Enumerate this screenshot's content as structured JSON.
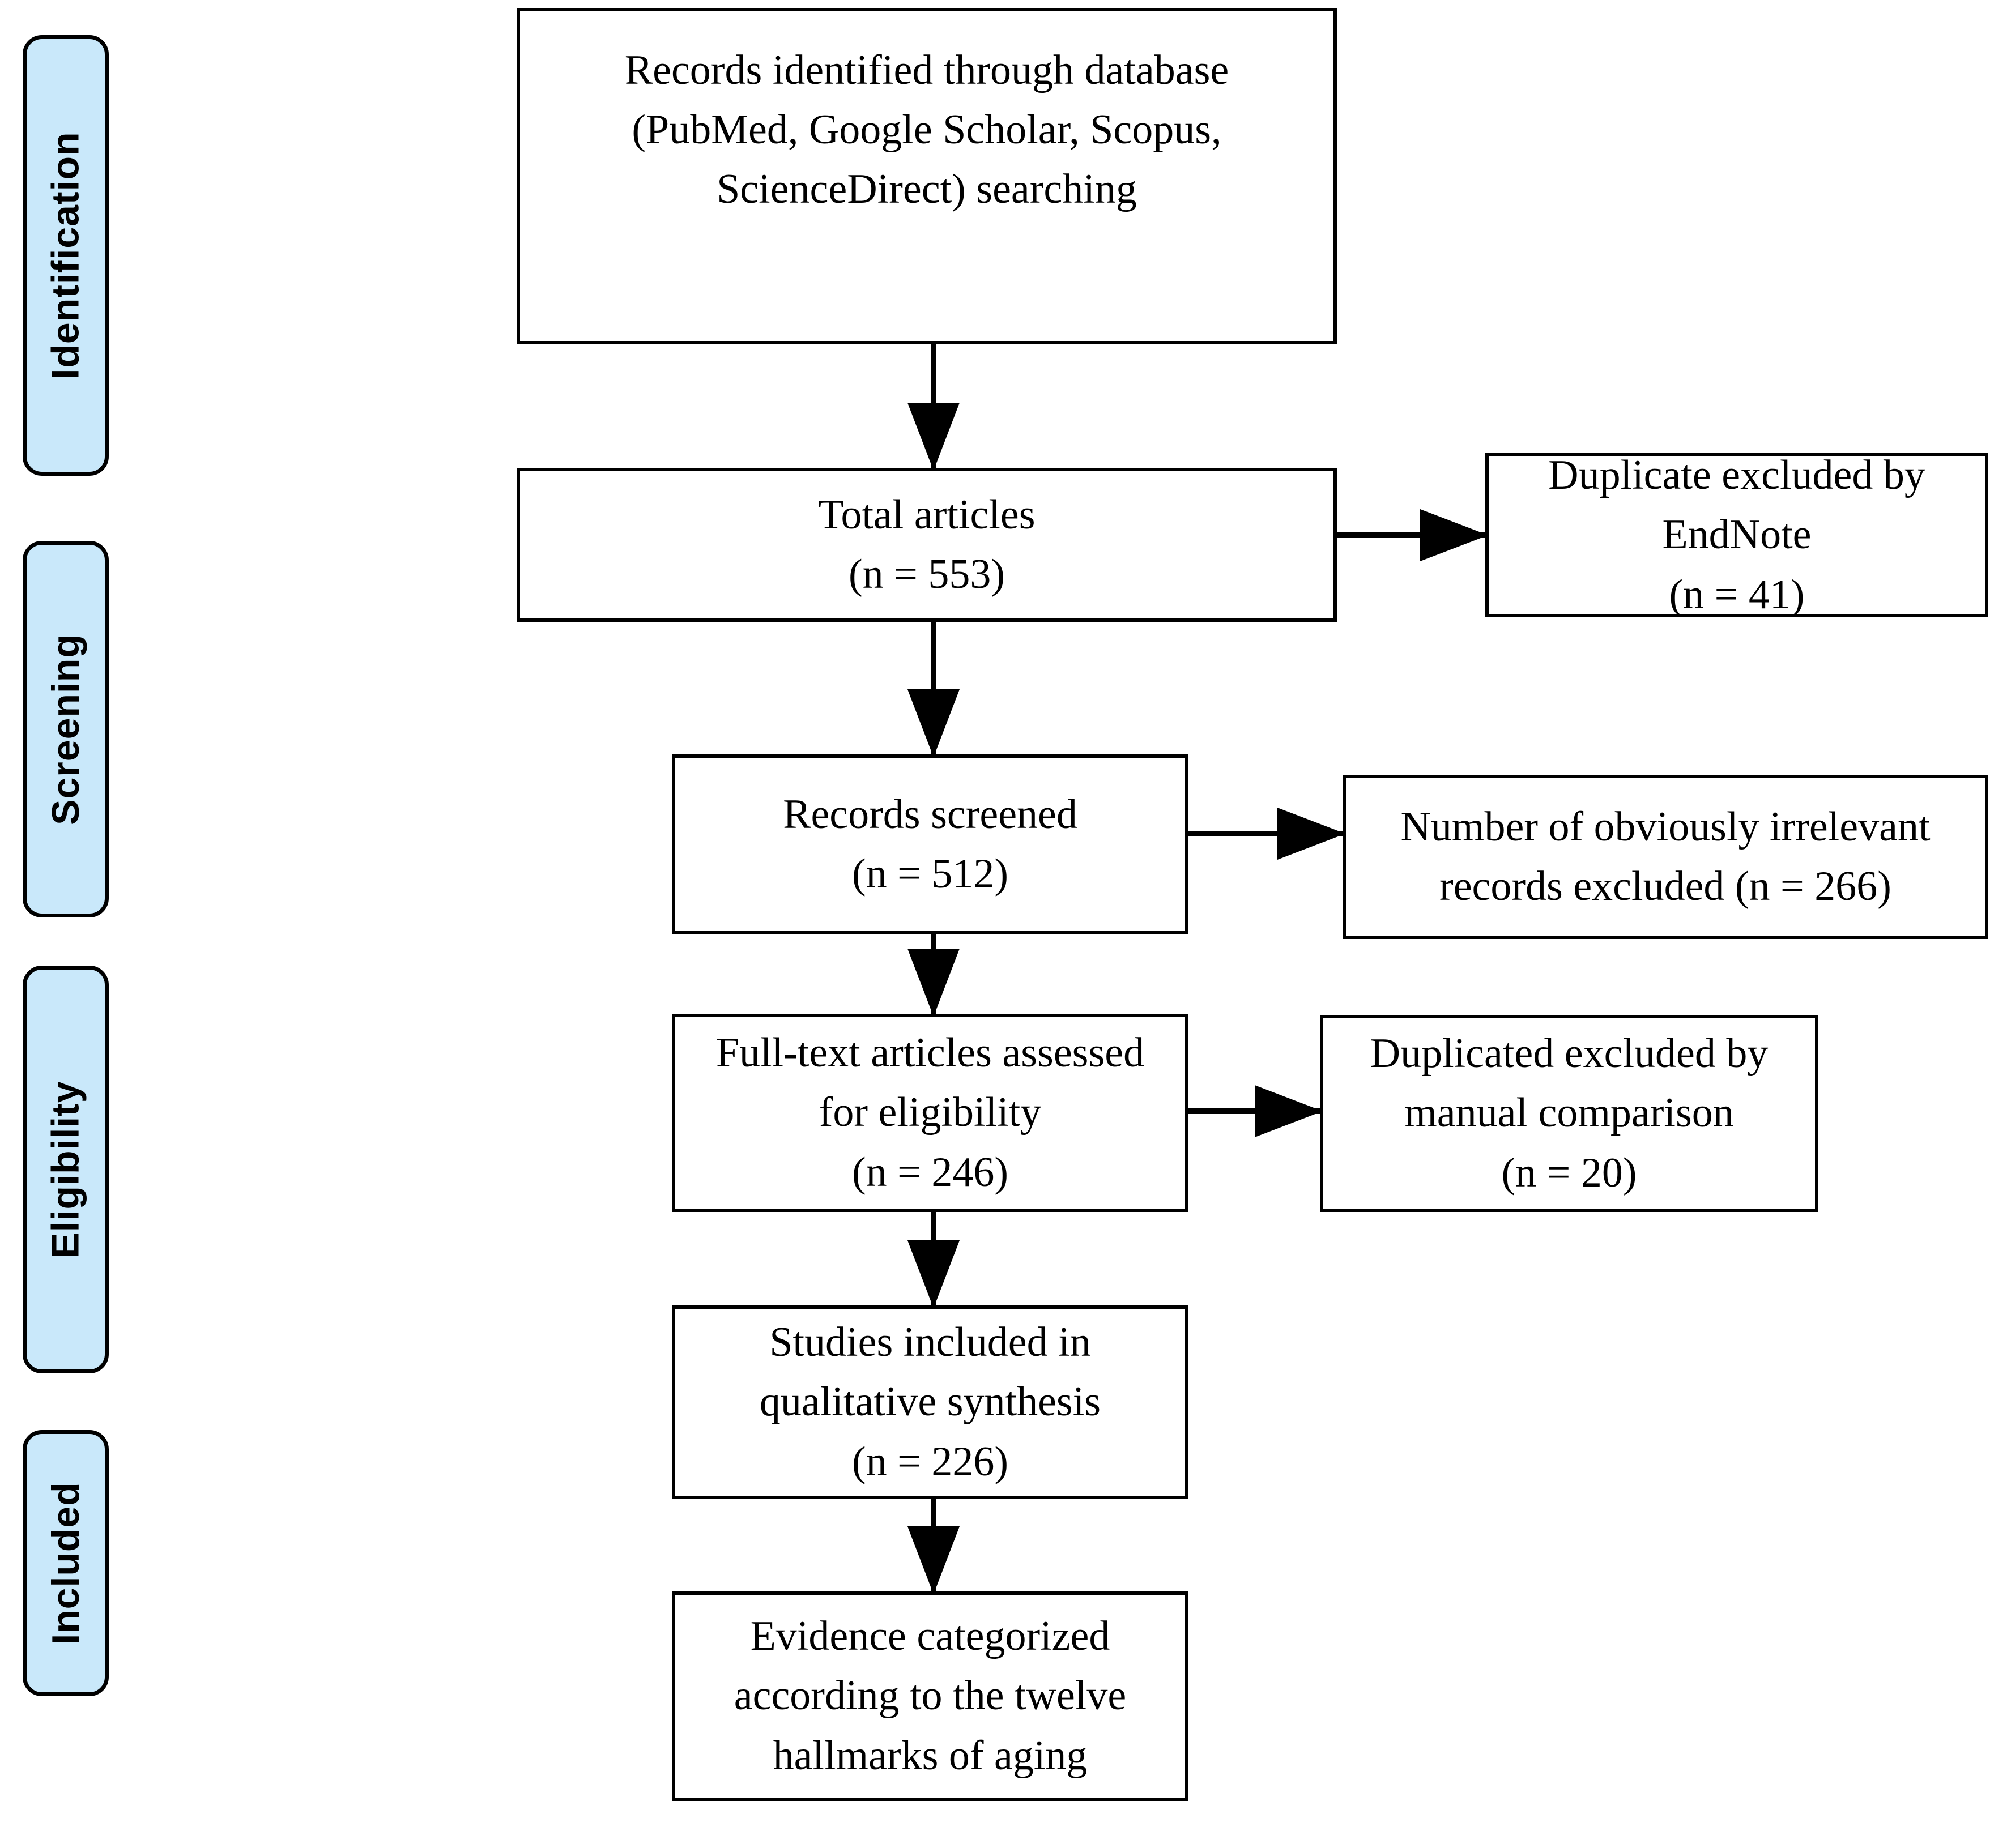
{
  "figure": {
    "type": "prisma-flow-diagram",
    "title": "PRISMA study selection flow diagram",
    "accent_color": "#c9e8fa",
    "line_color": "#000000",
    "background_color": "#ffffff"
  },
  "stages": [
    {
      "id": "identification",
      "label": "Identification"
    },
    {
      "id": "screening",
      "label": "Screening"
    },
    {
      "id": "eligibility",
      "label": "Eligibility"
    },
    {
      "id": "included",
      "label": "Included"
    }
  ],
  "nodes": {
    "records_identified": {
      "text": "Records identified through database\n(PubMed, Google Scholar, Scopus,\nScienceDirect) searching"
    },
    "total_articles": {
      "text": "Total articles\n(n = 553)",
      "count": 553
    },
    "duplicate_endnote": {
      "text": "Duplicate excluded by\nEndNote\n(n = 41)",
      "count": 41
    },
    "records_screened": {
      "text": "Records screened\n(n = 512)",
      "count": 512
    },
    "irrelevant_excluded": {
      "text": "Number of obviously irrelevant\nrecords excluded (n = 266)",
      "count": 266
    },
    "fulltext_assessed": {
      "text": "Full-text articles assessed\nfor eligibility\n(n = 246)",
      "count": 246
    },
    "duplicated_manual": {
      "text": "Duplicated excluded by\nmanual comparison\n(n = 20)",
      "count": 20
    },
    "studies_included": {
      "text": "Studies included in\nqualitative synthesis\n(n = 226)",
      "count": 226
    },
    "evidence_categorized": {
      "text": "Evidence categorized\naccording to the twelve\nhallmarks of aging"
    }
  },
  "edges": [
    {
      "from": "records_identified",
      "to": "total_articles",
      "direction": "down"
    },
    {
      "from": "total_articles",
      "to": "duplicate_endnote",
      "direction": "right"
    },
    {
      "from": "total_articles",
      "to": "records_screened",
      "direction": "down"
    },
    {
      "from": "records_screened",
      "to": "irrelevant_excluded",
      "direction": "right"
    },
    {
      "from": "records_screened",
      "to": "fulltext_assessed",
      "direction": "down"
    },
    {
      "from": "fulltext_assessed",
      "to": "duplicated_manual",
      "direction": "right"
    },
    {
      "from": "fulltext_assessed",
      "to": "studies_included",
      "direction": "down"
    },
    {
      "from": "studies_included",
      "to": "evidence_categorized",
      "direction": "down"
    }
  ]
}
